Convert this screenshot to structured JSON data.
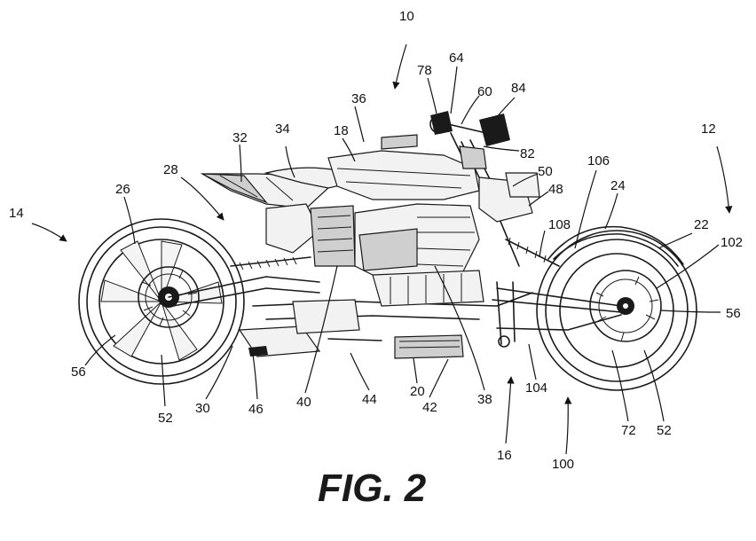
{
  "figure": {
    "caption": "FIG. 2",
    "labels": {
      "l10": "10",
      "l12": "12",
      "l14": "14",
      "l16": "16",
      "l18": "18",
      "l20": "20",
      "l22": "22",
      "l24": "24",
      "l26": "26",
      "l28": "28",
      "l30": "30",
      "l32": "32",
      "l34": "34",
      "l36": "36",
      "l38": "38",
      "l40": "40",
      "l42": "42",
      "l44": "44",
      "l46": "46",
      "l48": "48",
      "l50": "50",
      "l52a": "52",
      "l52b": "52",
      "l56a": "56",
      "l56b": "56",
      "l60": "60",
      "l64": "64",
      "l72": "72",
      "l78": "78",
      "l82": "82",
      "l84": "84",
      "l100": "100",
      "l102": "102",
      "l104": "104",
      "l106": "106",
      "l108": "108"
    }
  }
}
